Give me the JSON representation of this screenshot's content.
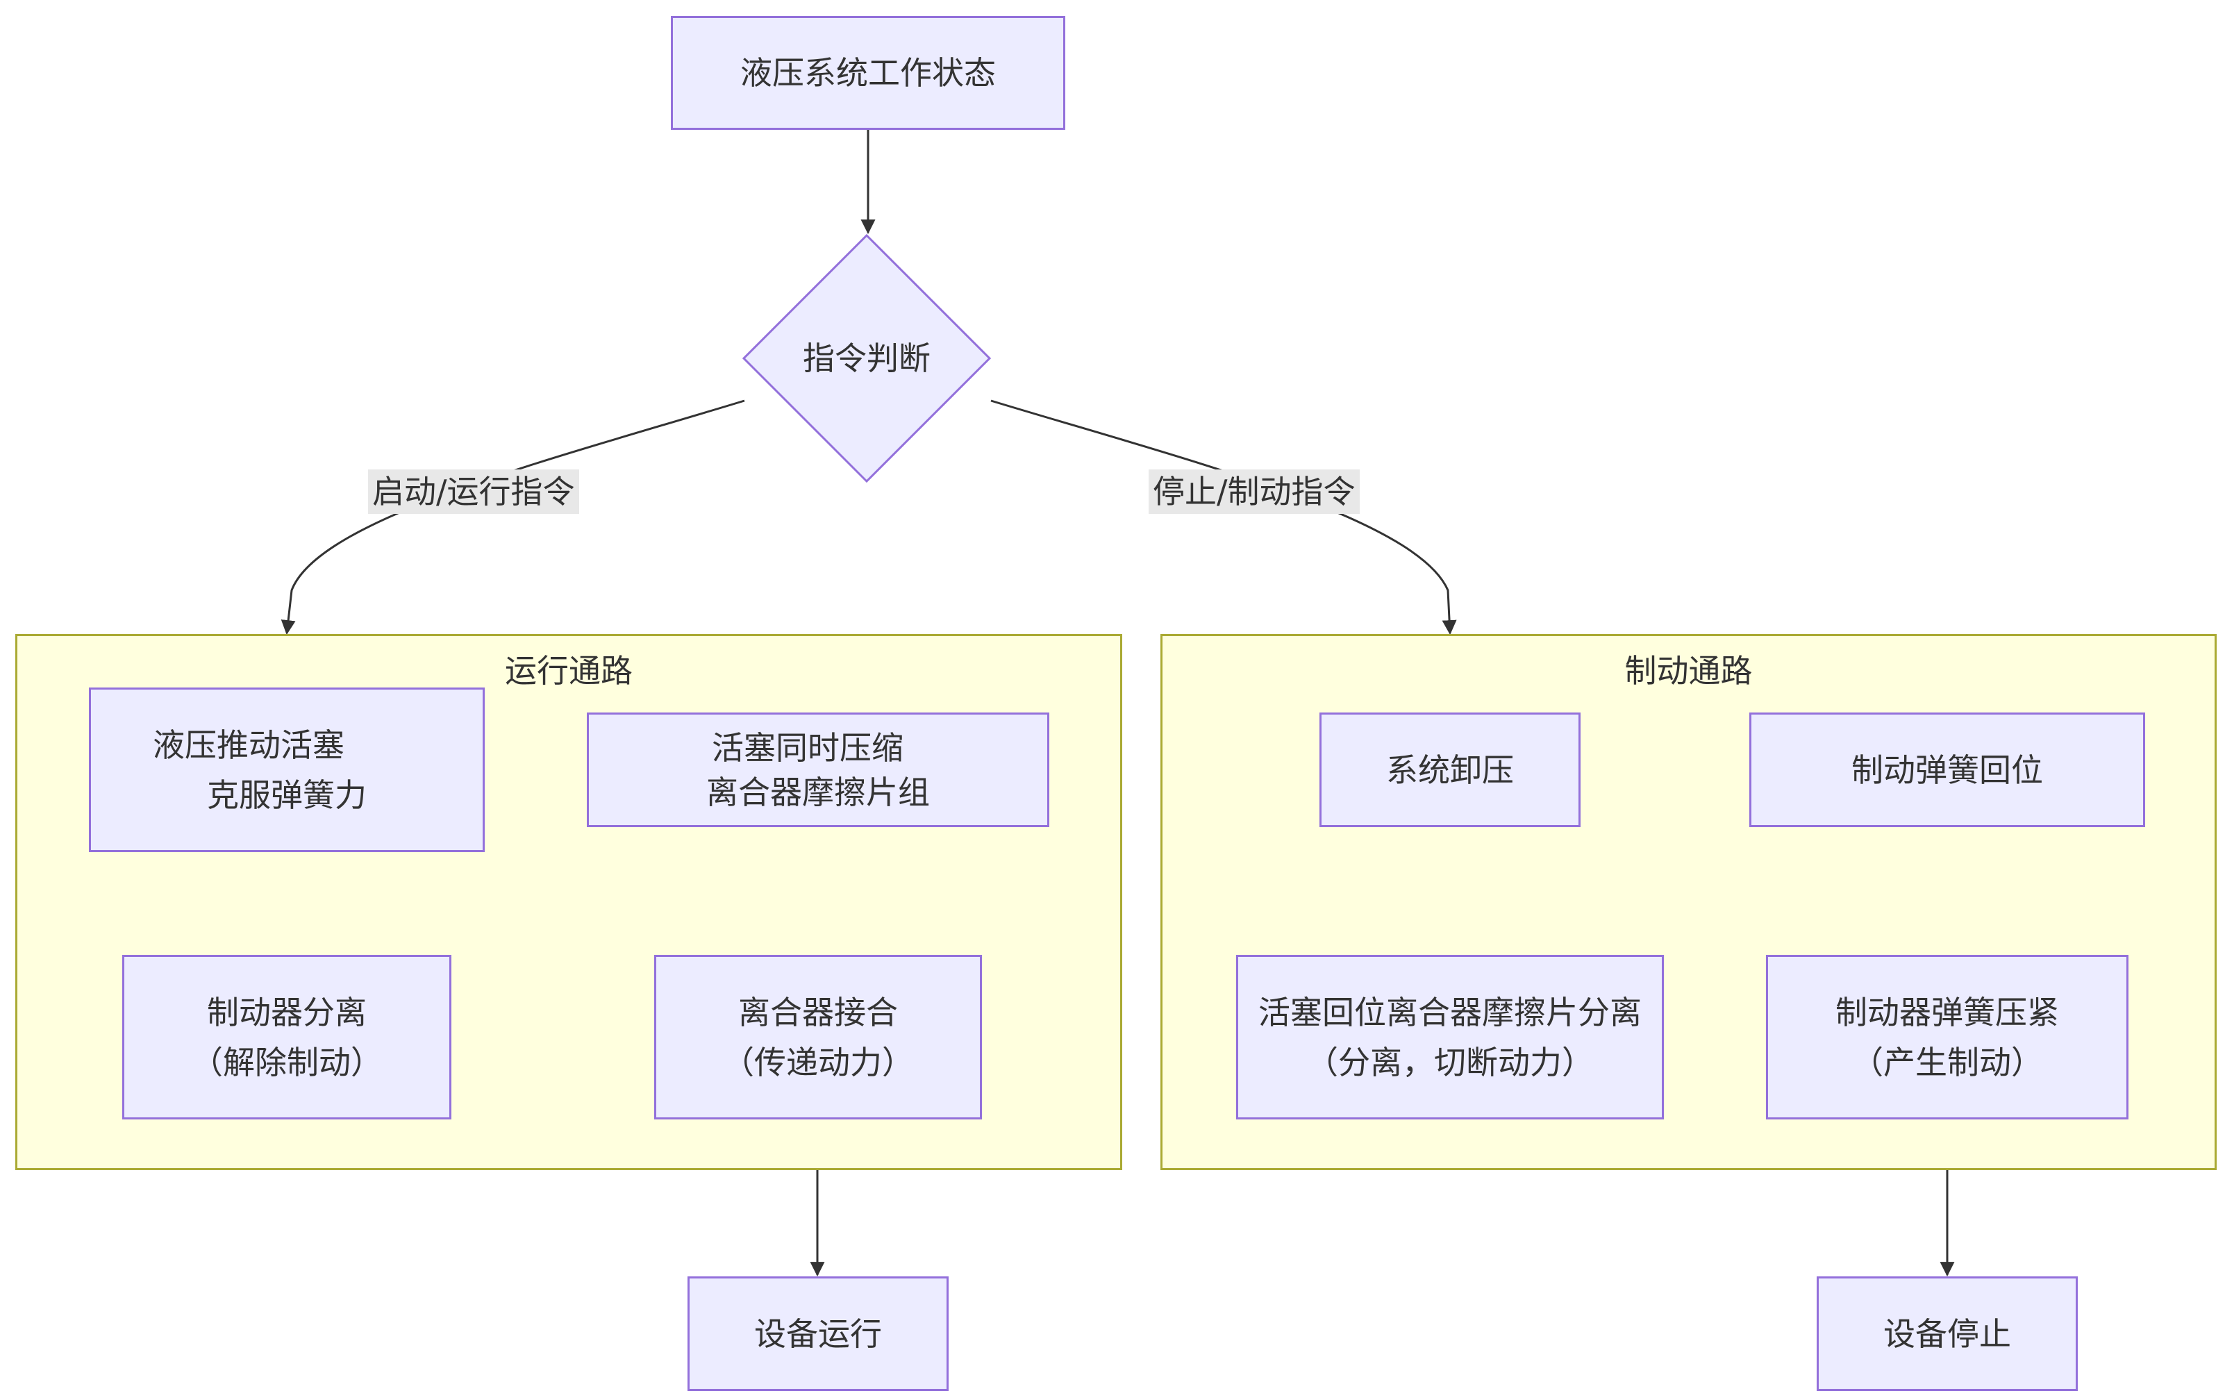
{
  "colors": {
    "node_fill": "#ececff",
    "node_border": "#9370db",
    "cluster_fill": "#ffffde",
    "cluster_border": "#aaaa33",
    "edge": "#333333",
    "edge_label_bg": "#e8e8e8"
  },
  "nodes": {
    "start": "液压系统工作状态",
    "decision": "指令判断",
    "piston_push": [
      "液压推动活塞",
      "克服弹簧力"
    ],
    "piston_compress": [
      "活塞同时压缩",
      "离合器摩擦片组"
    ],
    "brake_release": [
      "制动器分离",
      "（解除制动）"
    ],
    "clutch_engage": [
      "离合器接合",
      "（传递动力）"
    ],
    "device_run": "设备运行",
    "system_unload": "系统卸压",
    "spring_return": "制动弹簧回位",
    "clutch_separate": [
      "活塞回位离合器摩擦片分离",
      "（分离，切断动力）"
    ],
    "brake_compress": [
      "制动器弹簧压紧",
      "（产生制动）"
    ],
    "device_stop": "设备停止"
  },
  "edge_labels": {
    "run": "启动/运行指令",
    "stop": "停止/制动指令"
  },
  "clusters": {
    "run_path": "运行通路",
    "brake_path": "制动通路"
  }
}
